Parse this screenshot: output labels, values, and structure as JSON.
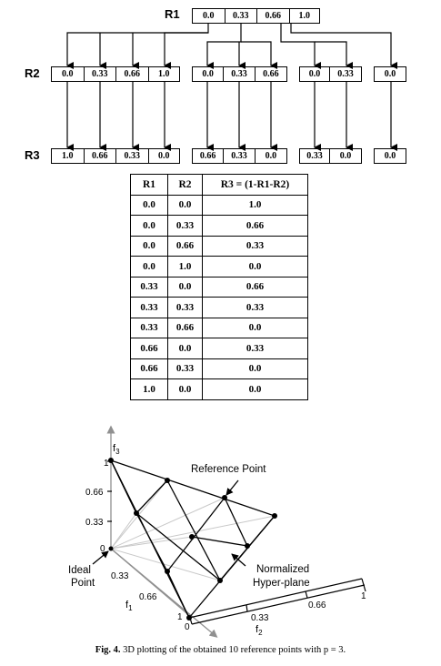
{
  "tree": {
    "r1": {
      "label": "R1",
      "values": [
        "0.0",
        "0.33",
        "0.66",
        "1.0"
      ]
    },
    "r2": {
      "label": "R2",
      "groups": [
        [
          "0.0",
          "0.33",
          "0.66",
          "1.0"
        ],
        [
          "0.0",
          "0.33",
          "0.66"
        ],
        [
          "0.0",
          "0.33"
        ],
        [
          "0.0"
        ]
      ]
    },
    "r3": {
      "label": "R3",
      "groups": [
        [
          "1.0",
          "0.66",
          "0.33",
          "0.0"
        ],
        [
          "0.66",
          "0.33",
          "0.0"
        ],
        [
          "0.33",
          "0.0"
        ],
        [
          "0.0"
        ]
      ]
    }
  },
  "table": {
    "headers": [
      "R1",
      "R2",
      "R3 = (1-R1-R2)"
    ],
    "rows": [
      [
        "0.0",
        "0.0",
        "1.0"
      ],
      [
        "0.0",
        "0.33",
        "0.66"
      ],
      [
        "0.0",
        "0.66",
        "0.33"
      ],
      [
        "0.0",
        "1.0",
        "0.0"
      ],
      [
        "0.33",
        "0.0",
        "0.66"
      ],
      [
        "0.33",
        "0.33",
        "0.33"
      ],
      [
        "0.33",
        "0.66",
        "0.0"
      ],
      [
        "0.66",
        "0.0",
        "0.33"
      ],
      [
        "0.66",
        "0.33",
        "0.0"
      ],
      [
        "1.0",
        "0.0",
        "0.0"
      ]
    ]
  },
  "plot": {
    "f3_label": "f3",
    "f2_label": "f2",
    "f1_label": "f1",
    "f3_ticks": [
      "1",
      "0.66",
      "0.33",
      "0"
    ],
    "f2_ticks": [
      "0",
      "0.33",
      "0.66",
      "1"
    ],
    "f1_ticks": [
      "0.33",
      "0.66",
      "1"
    ],
    "reference_point_label": "Reference Point",
    "normalized_label_1": "Normalized",
    "normalized_label_2": "Hyper-plane",
    "ideal_label_1": "Ideal",
    "ideal_label_2": "Point"
  },
  "caption": {
    "fig": "Fig. 4.",
    "text": "3D plotting of the obtained 10 reference points with p = 3."
  }
}
